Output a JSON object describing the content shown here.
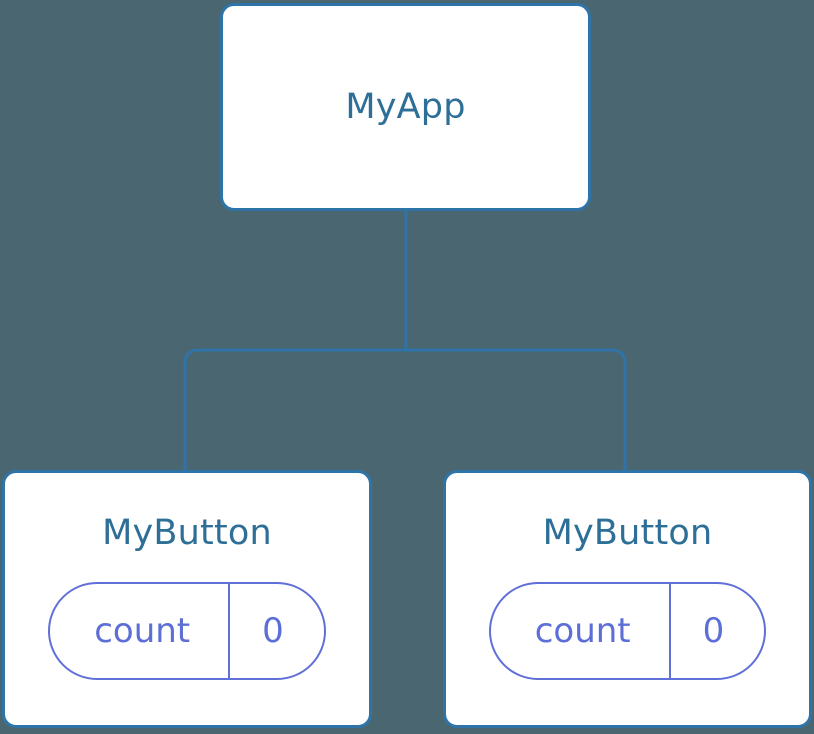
{
  "diagram": {
    "type": "component-tree",
    "background_color": "#4a6670",
    "edge_color": "#2e74a8",
    "node_border_color": "#2e74a8",
    "node_fill_color": "#ffffff",
    "node_title_color": "#2d6f96",
    "state_pill_color": "#6070d8",
    "root": {
      "title": "MyApp"
    },
    "children": [
      {
        "title": "MyButton",
        "state": {
          "key": "count",
          "value": "0"
        }
      },
      {
        "title": "MyButton",
        "state": {
          "key": "count",
          "value": "0"
        }
      }
    ]
  }
}
